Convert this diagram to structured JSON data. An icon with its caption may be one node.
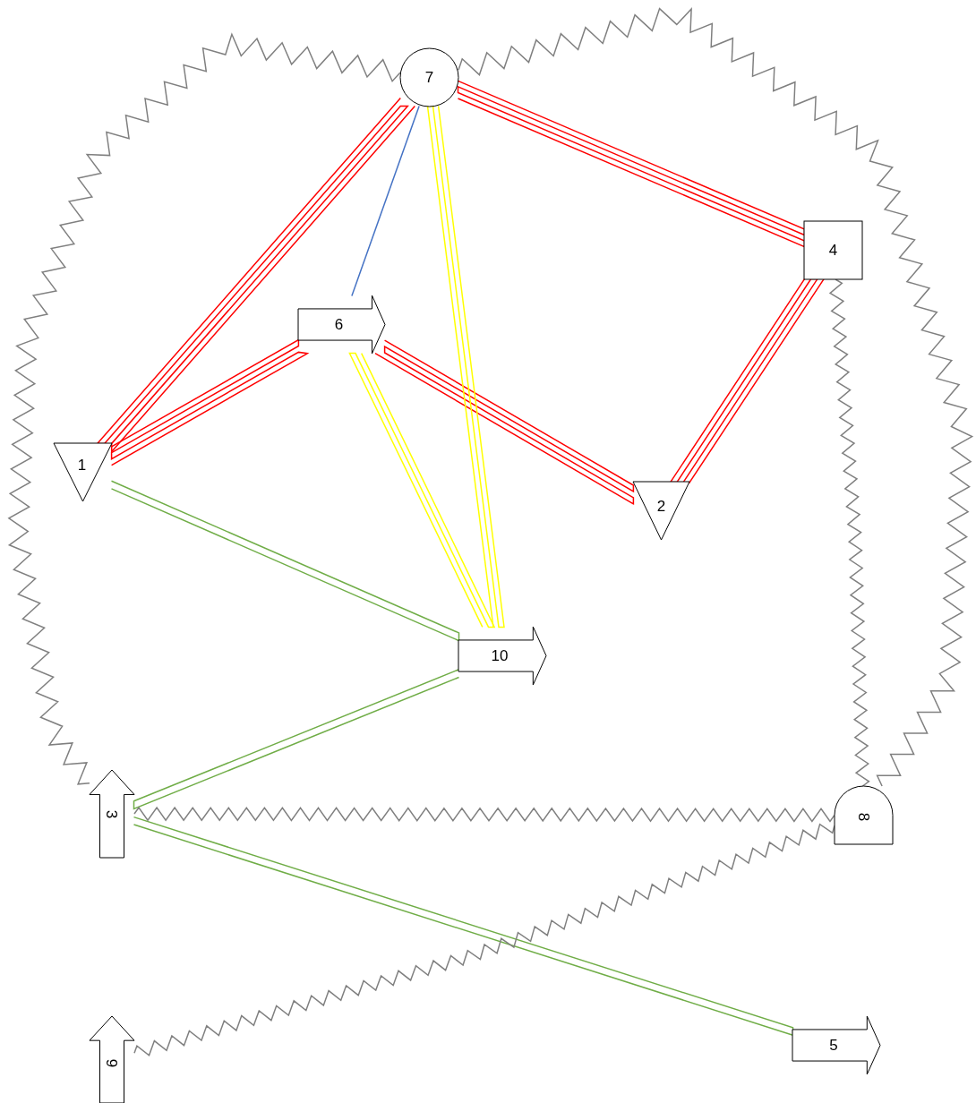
{
  "diagram": {
    "nodes": [
      {
        "text": [
          "1"
        ]
      },
      {
        "text": [
          "2"
        ]
      },
      {
        "text": [
          "3"
        ]
      },
      {
        "text": [
          "4"
        ]
      },
      {
        "text": [
          "5"
        ]
      },
      {
        "text": [
          "6"
        ]
      },
      {
        "text": [
          "7"
        ]
      },
      {
        "text": [
          "8"
        ]
      },
      {
        "text": [
          "9"
        ]
      },
      {
        "text": [
          "10"
        ]
      }
    ],
    "edges": [
      {
        "from": 6,
        "to": 0,
        "arrow": "none",
        "color": "#ff0000"
      },
      {
        "from": 6,
        "to": 3,
        "arrow": "none",
        "color": "#ff0000"
      },
      {
        "from": 0,
        "to": 5,
        "arrow": "none",
        "color": "#ff0000"
      },
      {
        "from": 5,
        "to": 1,
        "arrow": "none",
        "color": "#ff0000"
      },
      {
        "from": 3,
        "to": 1,
        "arrow": "none",
        "color": "#ff0000"
      },
      {
        "from": 6,
        "to": 5,
        "arrow": "none",
        "color": "#4472c4"
      },
      {
        "from": 6,
        "to": 9,
        "arrow": "none",
        "color": "#ffff00"
      },
      {
        "from": 5,
        "to": 9,
        "arrow": "none",
        "color": "#ffff00"
      },
      {
        "from": 0,
        "to": 9,
        "arrow": "none",
        "color": "#70ad47"
      },
      {
        "from": 9,
        "to": 2,
        "arrow": "none",
        "color": "#70ad47"
      },
      {
        "from": 2,
        "to": 4,
        "arrow": "none",
        "color": "#70ad47"
      },
      {
        "from": 6,
        "to": 2,
        "arrow": "none",
        "color": "#808080"
      },
      {
        "from": 6,
        "to": 7,
        "arrow": "none",
        "color": "#808080"
      },
      {
        "from": 3,
        "to": 7,
        "arrow": "none",
        "color": "#808080"
      },
      {
        "from": 2,
        "to": 7,
        "arrow": "none",
        "color": "#808080"
      },
      {
        "from": 8,
        "to": 7,
        "arrow": "none",
        "color": "#808080"
      }
    ]
  }
}
